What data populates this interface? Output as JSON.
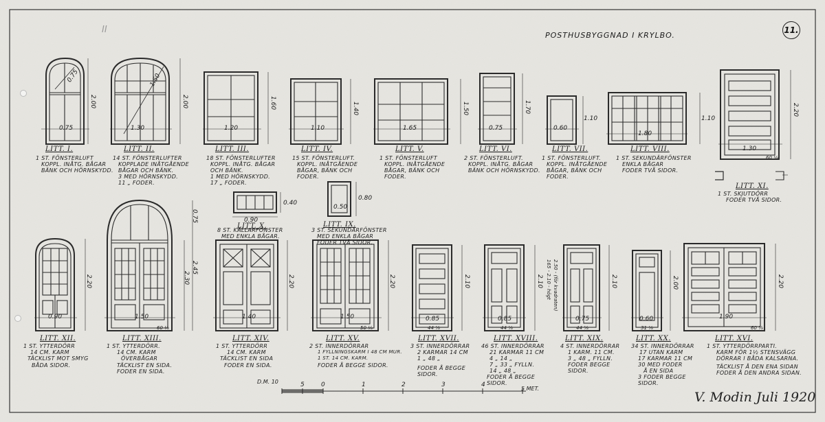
{
  "title": "Posthusbyggnad i Krylbo.",
  "sheet_number": "11.",
  "signature": "V. Modin Juli 1920",
  "scale": {
    "label": "D.M. 10",
    "ticks": [
      "5",
      "0",
      "1",
      "2",
      "3",
      "4",
      "5 MET."
    ]
  },
  "marks": {
    "roman_ii": "II"
  },
  "windows": [
    {
      "litt": "LITT. I.",
      "width": "0.75",
      "height": "2.00",
      "radius": "0.75",
      "desc": [
        "1 st. Fönsterluft",
        "koppl. inåtg. bågar",
        "bänk och hörnskydd."
      ]
    },
    {
      "litt": "LITT. II.",
      "width": "1.30",
      "height": "2.00",
      "radius": "1.50",
      "desc": [
        "14 st. Fönsterlufter",
        "kopplade inåtgående",
        "bågar och bänk.",
        "3 med hörnskydd.",
        "11 „ foder."
      ]
    },
    {
      "litt": "LITT. III.",
      "width": "1.20",
      "height": "1.60",
      "desc": [
        "18 st. Fönsterlufter",
        "koppl. inåtg. bågar",
        "och bänk.",
        "1 med hörnskydd.",
        "17 „ foder."
      ]
    },
    {
      "litt": "LITT. IV.",
      "width": "1.10",
      "height": "1.40",
      "desc": [
        "15 st. Fönsterluft.",
        "koppl. inåtgående",
        "bågar, bänk och",
        "foder."
      ]
    },
    {
      "litt": "LITT. V.",
      "width": "1.65",
      "height": "1.50",
      "desc": [
        "1 st. Fönsterluft",
        "koppl. inåtgående",
        "bågar, bänk och",
        "foder."
      ]
    },
    {
      "litt": "LITT. VI.",
      "width": "0.75",
      "height": "1.70",
      "desc": [
        "2 st. Fönsterluft.",
        "koppl. inåtg. bågar",
        "bänk och hörnskydd."
      ]
    },
    {
      "litt": "LITT. VII.",
      "width": "0.60",
      "height": "1.10",
      "desc": [
        "1 st. Fönsterluft.",
        "koppl. inåtgående",
        "bågar, bänk och",
        "foder."
      ]
    },
    {
      "litt": "LITT. VIII.",
      "width": "1.80",
      "height": "1.10",
      "desc": [
        "1 st. Sekundärfönster",
        "enkla bågar",
        "foder två sidor."
      ]
    },
    {
      "litt": "LITT. XI.",
      "width": "1.30",
      "height": "2.20",
      "extra": "60 ⅛",
      "desc": [
        "1 st. Skjutdörr",
        "foder två sidor."
      ]
    },
    {
      "litt": "LITT. X.",
      "width": "0.90",
      "height": "0.40",
      "desc": [
        "8 st. Källarfönster",
        "med enkla bågar."
      ]
    },
    {
      "litt": "LITT. IX.",
      "width": "0.50",
      "height": "0.80",
      "desc": [
        "3 st. Sekundärfönster",
        "med enkla bågar",
        "foder två sidor."
      ]
    }
  ],
  "doors": [
    {
      "litt": "LITT. XII.",
      "width": "0.90",
      "height": "2.20",
      "desc": [
        "1 st. Ytterdörr",
        "14 cm. karm",
        "täcklist mot smyg",
        "båda sidor."
      ]
    },
    {
      "litt": "LITT. XIII.",
      "width": "1.50",
      "height": "2.30",
      "height2": "2.45",
      "radius": "0.75",
      "extra": "60 ⅛",
      "desc": [
        "1 st. Ytterdörr.",
        "14 cm. karm",
        "överbågar",
        "täcklist en sida.",
        "foder en sida."
      ]
    },
    {
      "litt": "LITT. XIV.",
      "width": "1.40",
      "height": "2.20",
      "desc": [
        "1 st. Ytterdörr",
        "14 cm. karm",
        "täcklist en sida",
        "foder en sida."
      ]
    },
    {
      "litt": "LITT. XV.",
      "width": "1.50",
      "height": "2.20",
      "extra": "50 ⅛",
      "desc": [
        "2 st. Innerdörrar",
        "1 fyllningskarm i 48 cm mur.",
        "1 st. 14 cm. karm.",
        "foder å begge sidor."
      ]
    },
    {
      "litt": "LITT. XVII.",
      "width": "0.85",
      "height": "2.10",
      "extra": "44 ⅛",
      "desc": [
        "3 st. Innerdörrar",
        "2 karmar 14 cm",
        "1 „ 48 „",
        "foder å begge",
        "sidor."
      ]
    },
    {
      "litt": "LITT. XVIII.",
      "width": "0.85",
      "height": "2.10",
      "extra": "44 ⅛",
      "desc": [
        "46 st. Innerdörrar",
        "21 karmar 11 cm",
        "4 „ 14 „",
        "7 „ 33 „ fylln.",
        "14 „ 48 „",
        "foder å begge",
        "sidor."
      ]
    },
    {
      "litt": "LITT. XIX.",
      "width": "0.75",
      "height": "2.10",
      "extra": "44 ⅛",
      "desc": [
        "4 st. Innerdörrar",
        "1 karm. 11 cm.",
        "3 „ 48 „ fylln.",
        "foder begge",
        "sidor."
      ]
    },
    {
      "litt": "LITT. XX.",
      "width": "0.60",
      "height": "2.00",
      "extra": "31 ⅛",
      "desc": [
        "34 st. Innerdörrar",
        "17 utan karm",
        "17 karmar 11 cm",
        "30 med foder",
        "å en sida",
        "3 foder begge",
        "sidor."
      ]
    },
    {
      "litt": "LITT. XVI.",
      "width": "1.90",
      "height": "2.20",
      "extra": "60 ⅛",
      "desc": [
        "1 st. Ytterdörrparti.",
        "Karm för 1½ stensvägg",
        "Dörrar i båda kalsarna.",
        "Täcklist å den ena sidan",
        "Foder å den andra sidan."
      ]
    }
  ],
  "notes": {
    "xviii_side": "165 - 2.10 - högt",
    "xviii_side2": "2.50 - (för kvadraten)"
  }
}
